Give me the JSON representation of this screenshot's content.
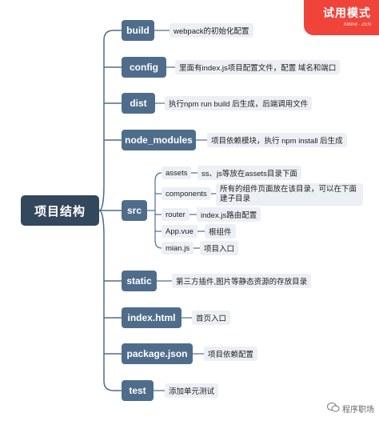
{
  "badge": {
    "title": "试用模式",
    "subtitle": "XMind · ZEN"
  },
  "root": {
    "label": "项目结构"
  },
  "branches": {
    "build": {
      "label": "build",
      "note": "webpack的初始化配置"
    },
    "config": {
      "label": "config",
      "note": "里面有index.js项目配置文件，配置 域名和端口"
    },
    "dist": {
      "label": "dist",
      "note": "执行npm run build 后生成，后端调用文件"
    },
    "node_modules": {
      "label": "node_modules",
      "note": "项目依赖模块，执行 npm install 后生成"
    },
    "src": {
      "label": "src",
      "children": {
        "assets": {
          "label": "assets",
          "note": "ss、js等放在assets目录下面"
        },
        "components": {
          "label": "components",
          "note": "所有的组件页面放在该目录，可以在下面建子目录"
        },
        "router": {
          "label": "router",
          "note": "index.js路由配置"
        },
        "app_vue": {
          "label": "App.vue",
          "note": "根组件"
        },
        "mian_js": {
          "label": "mian.js",
          "note": "项目入口"
        }
      }
    },
    "static": {
      "label": "static",
      "note": "第三方插件,图片等静态资源的存放目录"
    },
    "index_html": {
      "label": "index.html",
      "note": "首页入口"
    },
    "package_json": {
      "label": "package.json",
      "note": "项目依赖配置"
    },
    "test": {
      "label": "test",
      "note": "添加单元测试"
    }
  },
  "watermark": {
    "text": "程序职场"
  },
  "colors": {
    "root": "#33475d",
    "branch": "#4f6d8b",
    "leaf": "#eceff4",
    "line": "#4f6d8b",
    "badge": "#f0443b"
  }
}
